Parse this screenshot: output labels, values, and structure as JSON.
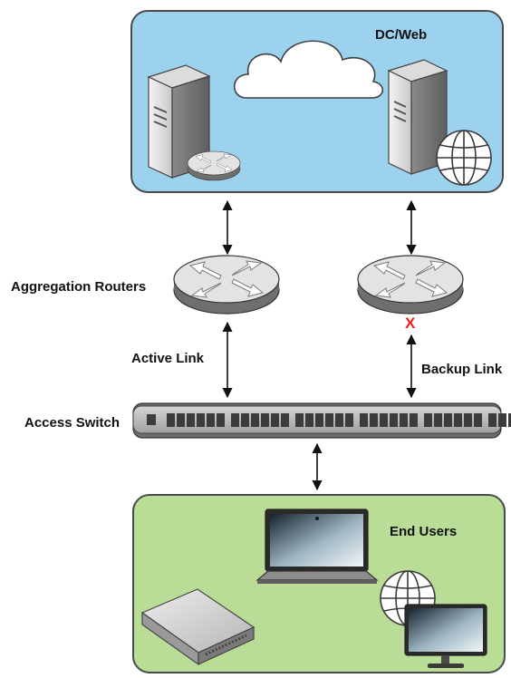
{
  "labels": {
    "dc_web": "DC/Web",
    "aggregation_routers": "Aggregation Routers",
    "active_link": "Active Link",
    "backup_link": "Backup Link",
    "access_switch": "Access Switch",
    "end_users": "End Users",
    "failed_link_marker": "X"
  },
  "colors": {
    "dc_zone_fill": "#9dd2ef",
    "end_users_zone_fill": "#b9dd97",
    "failed_link_marker": "#e8231c"
  },
  "icons": [
    "server-icon",
    "router-icon",
    "cloud-icon",
    "globe-icon",
    "access-switch-icon",
    "laptop-icon",
    "desktop-monitor-icon",
    "network-appliance-icon"
  ]
}
